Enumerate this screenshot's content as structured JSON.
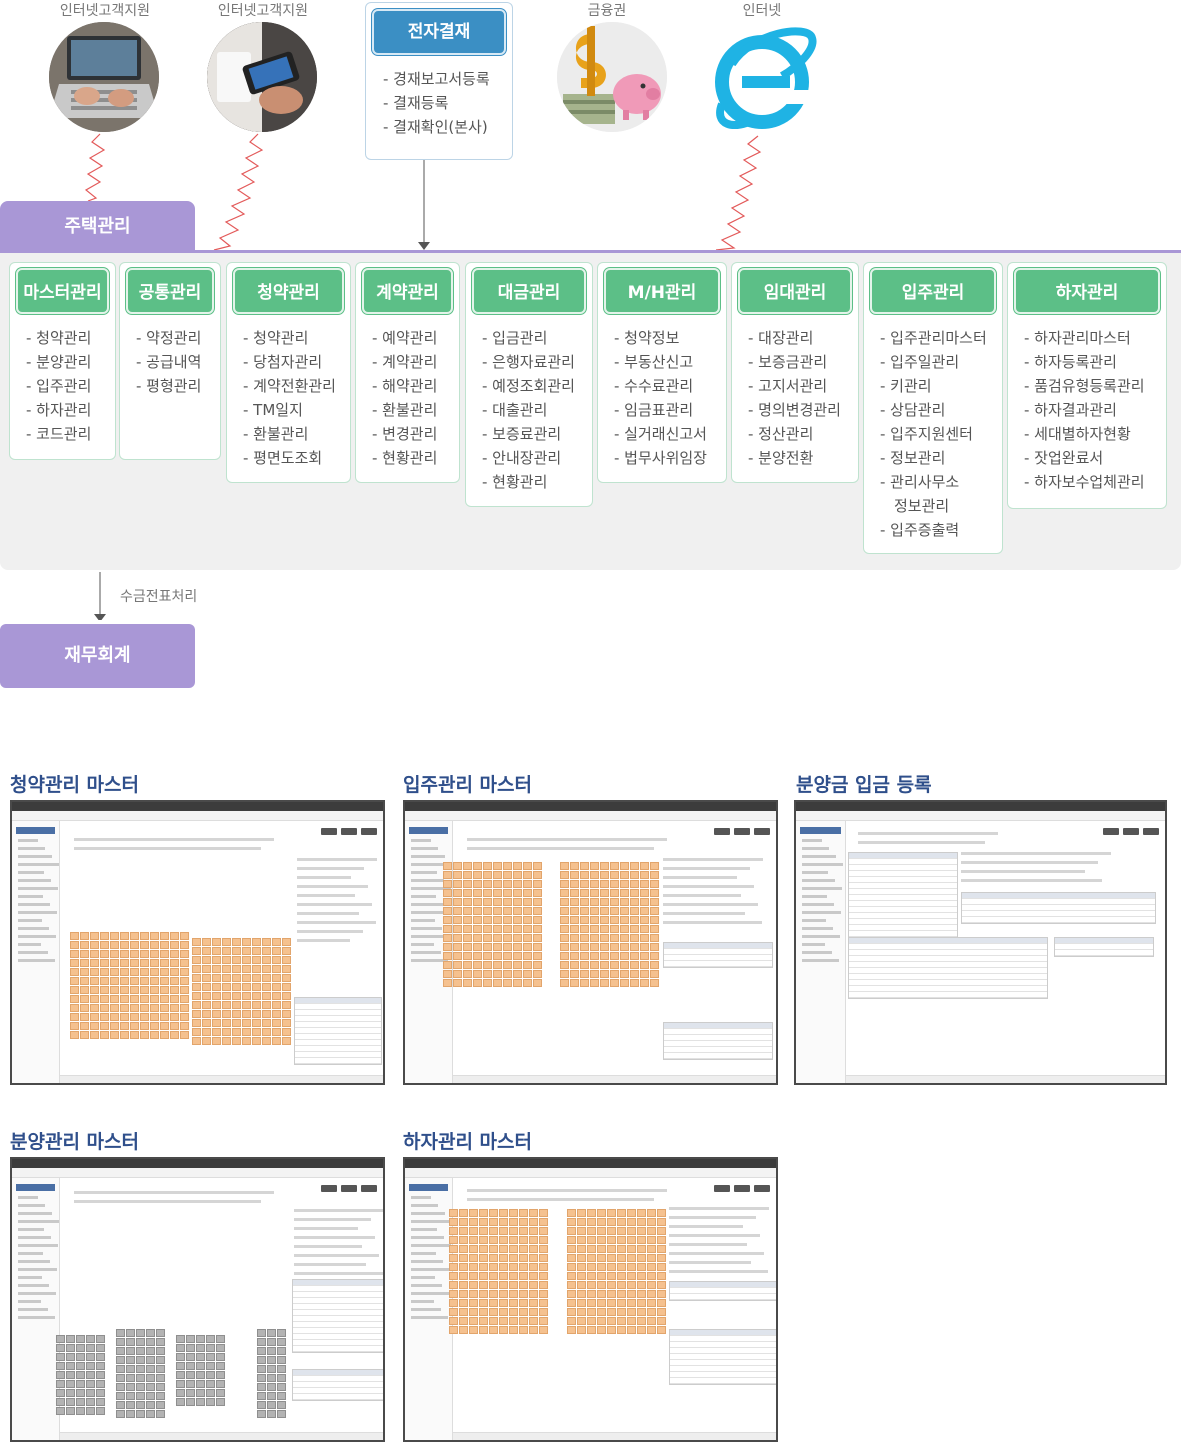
{
  "channels": [
    {
      "label": "인터넷고객지원",
      "icon": "laptop-icon"
    },
    {
      "label": "인터넷고객지원",
      "icon": "phone-payment-icon"
    },
    {
      "label": "금융권",
      "icon": "money-piggy-icon"
    },
    {
      "label": "인터넷",
      "icon": "internet-explorer-icon"
    }
  ],
  "electronic_approval": {
    "title": "전자결재",
    "items": [
      "- 경재보고서등록",
      "- 결재등록",
      "- 결재확인(본사)"
    ]
  },
  "housing": {
    "title": "주택관리",
    "modules": [
      {
        "title": "마스터관리",
        "items": [
          "- 청약관리",
          "- 분양관리",
          "- 입주관리",
          "- 하자관리",
          "- 코드관리"
        ]
      },
      {
        "title": "공통관리",
        "items": [
          "- 약정관리",
          "- 공급내역",
          "- 평형관리"
        ]
      },
      {
        "title": "청약관리",
        "items": [
          "- 청약관리",
          "- 당첨자관리",
          "- 계약전환관리",
          "- TM일지",
          "- 환불관리",
          "- 평면도조회"
        ]
      },
      {
        "title": "계약관리",
        "items": [
          "- 예약관리",
          "- 계약관리",
          "- 해약관리",
          "- 환불관리",
          "- 변경관리",
          "- 현황관리"
        ]
      },
      {
        "title": "대금관리",
        "items": [
          "- 입금관리",
          "- 은행자료관리",
          "- 예정조회관리",
          "- 대출관리",
          "- 보증료관리",
          "- 안내장관리",
          "- 현황관리"
        ]
      },
      {
        "title": "M/H관리",
        "items": [
          "- 청약정보",
          "- 부동산신고",
          "- 수수료관리",
          "- 임금표관리",
          "- 실거래신고서",
          "- 법무사위임장"
        ]
      },
      {
        "title": "임대관리",
        "items": [
          "- 대장관리",
          "- 보증금관리",
          "- 고지서관리",
          "- 명의변경관리",
          "- 정산관리",
          "- 분양전환"
        ]
      },
      {
        "title": "입주관리",
        "items": [
          "- 입주관리마스터",
          "- 입주일관리",
          "- 키관리",
          "- 상담관리",
          "- 입주지원센터",
          "- 정보관리",
          "- 관리사무소",
          "정보관리",
          "- 입주증출력"
        ]
      },
      {
        "title": "하자관리",
        "items": [
          "- 하자관리마스터",
          "- 하자등록관리",
          "- 품검유형등록관리",
          "- 하자결과관리",
          "- 세대별하자현황",
          "- 잣업완료서",
          "- 하자보수업체관리"
        ]
      }
    ]
  },
  "finance": {
    "flow_label": "수금전표처리",
    "title": "재무회계"
  },
  "screenshots": [
    {
      "title": "청약관리 마스터"
    },
    {
      "title": "입주관리 마스터"
    },
    {
      "title": "분양금 입금 등록"
    },
    {
      "title": "분양관리 마스터"
    },
    {
      "title": "하자관리 마스터"
    }
  ],
  "colors": {
    "electronic_approval": "#3b8fc4",
    "module_header": "#5cbf87",
    "housing_tab": "#a997d6",
    "panel_bg": "#f0f0f0",
    "screenshot_title": "#2f4f8b"
  }
}
